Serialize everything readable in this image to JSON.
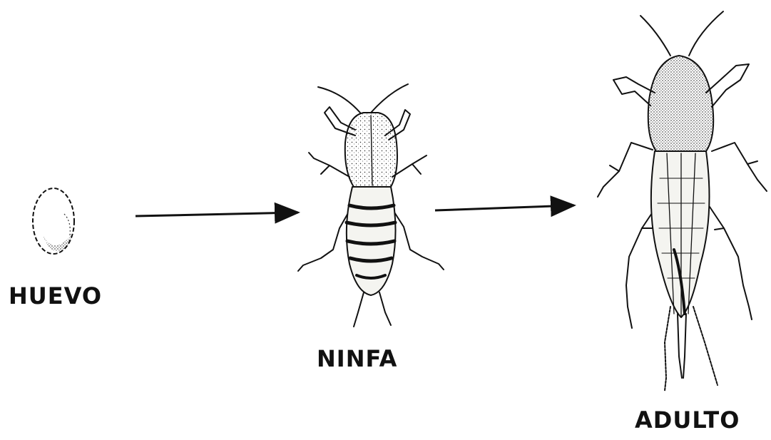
{
  "diagram": {
    "stages": [
      {
        "id": "egg",
        "label": "HUEVO"
      },
      {
        "id": "nymph",
        "label": "NINFA"
      },
      {
        "id": "adult",
        "label": "ADULTO"
      }
    ],
    "colors": {
      "ink": "#111111",
      "background": "#ffffff",
      "body_fill": "#f4f4f0"
    },
    "icons": [
      "egg-icon",
      "nymph-insect-icon",
      "adult-cricket-icon",
      "arrow-right-icon"
    ]
  }
}
